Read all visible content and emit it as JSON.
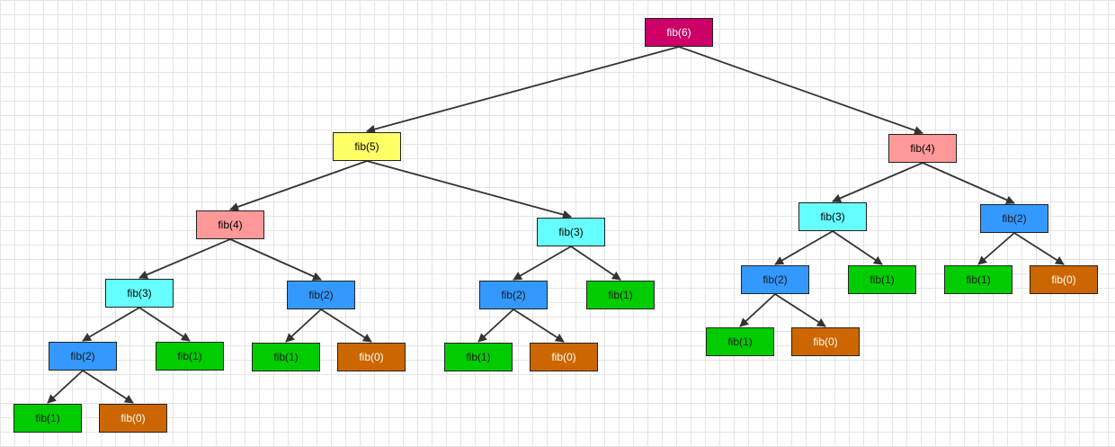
{
  "colors": {
    "n6": "#cc0066",
    "n5": "#ffff66",
    "n4": "#ff9999",
    "n3": "#66ffff",
    "n2": "#3399ff",
    "n1": "#00cc00",
    "n0": "#cc6600",
    "edge": "#333333"
  },
  "nodes": [
    {
      "id": "a",
      "label": "fib(6)",
      "level": 6,
      "parent": null
    },
    {
      "id": "b",
      "label": "fib(5)",
      "level": 5,
      "parent": "a"
    },
    {
      "id": "c",
      "label": "fib(4)",
      "level": 4,
      "parent": "a"
    },
    {
      "id": "d",
      "label": "fib(4)",
      "level": 4,
      "parent": "b"
    },
    {
      "id": "e",
      "label": "fib(3)",
      "level": 3,
      "parent": "b"
    },
    {
      "id": "f",
      "label": "fib(3)",
      "level": 3,
      "parent": "d"
    },
    {
      "id": "g",
      "label": "fib(2)",
      "level": 2,
      "parent": "d"
    },
    {
      "id": "h",
      "label": "fib(2)",
      "level": 2,
      "parent": "f"
    },
    {
      "id": "i",
      "label": "fib(1)",
      "level": 1,
      "parent": "f"
    },
    {
      "id": "j",
      "label": "fib(1)",
      "level": 1,
      "parent": "h"
    },
    {
      "id": "k",
      "label": "fib(0)",
      "level": 0,
      "parent": "h"
    },
    {
      "id": "l",
      "label": "fib(1)",
      "level": 1,
      "parent": "g"
    },
    {
      "id": "m",
      "label": "fib(0)",
      "level": 0,
      "parent": "g"
    },
    {
      "id": "n",
      "label": "fib(2)",
      "level": 2,
      "parent": "e"
    },
    {
      "id": "o",
      "label": "fib(1)",
      "level": 1,
      "parent": "e"
    },
    {
      "id": "p",
      "label": "fib(1)",
      "level": 1,
      "parent": "n"
    },
    {
      "id": "q",
      "label": "fib(0)",
      "level": 0,
      "parent": "n"
    },
    {
      "id": "r",
      "label": "fib(3)",
      "level": 3,
      "parent": "c"
    },
    {
      "id": "s",
      "label": "fib(2)",
      "level": 2,
      "parent": "c"
    },
    {
      "id": "t",
      "label": "fib(2)",
      "level": 2,
      "parent": "r"
    },
    {
      "id": "u",
      "label": "fib(1)",
      "level": 1,
      "parent": "r"
    },
    {
      "id": "v",
      "label": "fib(1)",
      "level": 1,
      "parent": "t"
    },
    {
      "id": "w",
      "label": "fib(0)",
      "level": 0,
      "parent": "t"
    },
    {
      "id": "x",
      "label": "fib(1)",
      "level": 1,
      "parent": "s"
    },
    {
      "id": "y",
      "label": "fib(0)",
      "level": 0,
      "parent": "s"
    }
  ]
}
